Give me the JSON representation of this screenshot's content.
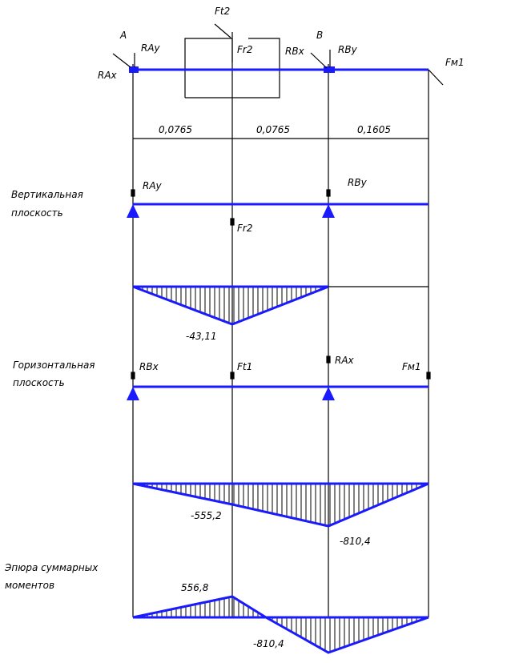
{
  "labels": {
    "A": "A",
    "B": "B",
    "F_t2": "Ft2",
    "F_r2": "Fr2",
    "F_m1": "Fм1",
    "F_t1": "Ft1",
    "R_Ay": "RAy",
    "R_Ax": "RAx",
    "R_By": "RBy",
    "R_Bx": "RBx"
  },
  "dimensions": [
    "0,0765",
    "0,0765",
    "0,1605"
  ],
  "sections": {
    "vertical": [
      "Вертикальная",
      "плоскость"
    ],
    "horizontal": [
      "Горизонтальная",
      "плоскость"
    ],
    "total": [
      "Эпюра суммарных",
      "моментов"
    ]
  },
  "moments": {
    "vertical": [
      "-43,11"
    ],
    "horizontal": [
      "-555,2",
      "-810,4"
    ],
    "total": [
      "556,8",
      "-810,4"
    ]
  },
  "colors": {
    "beam": "#1a1aff",
    "line": "#000000"
  }
}
